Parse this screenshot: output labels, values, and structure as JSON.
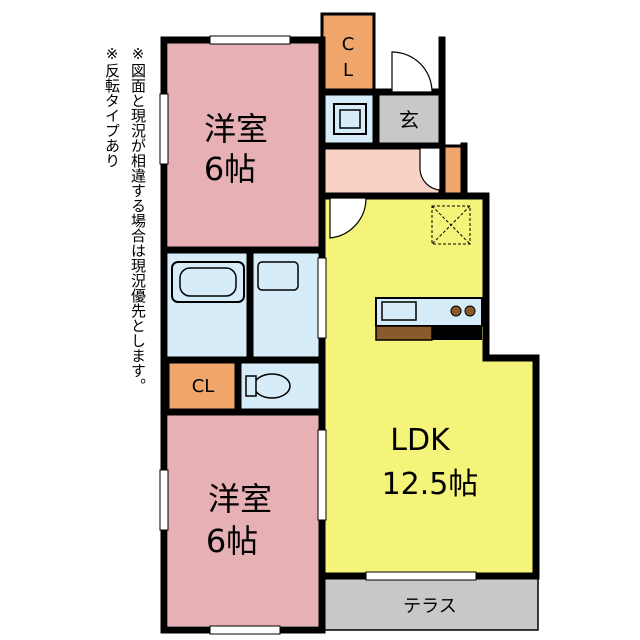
{
  "notes": {
    "line1": "※図面と現況が相違する場合は現況優先とします。",
    "line2": "※反転タイプあり"
  },
  "rooms": {
    "western_upper": {
      "name": "洋室",
      "size": "6帖"
    },
    "western_lower": {
      "name": "洋室",
      "size": "6帖"
    },
    "ldk": {
      "name": "LDK",
      "size": "12.5帖"
    },
    "closet_top_c": "C",
    "closet_top_l": "L",
    "closet_lower": "CL",
    "entrance": "玄",
    "terrace": "テラス"
  },
  "colors": {
    "western_room": "#e6b0b5",
    "ldk": "#f5f47a",
    "closet": "#f0a56b",
    "hall": "#f9d2c6",
    "wet_area": "#d6ecf8",
    "entrance": "#c8c8c8",
    "terrace": "#c8c8c8",
    "wall": "#000000",
    "counter": "#8b5a2b"
  }
}
